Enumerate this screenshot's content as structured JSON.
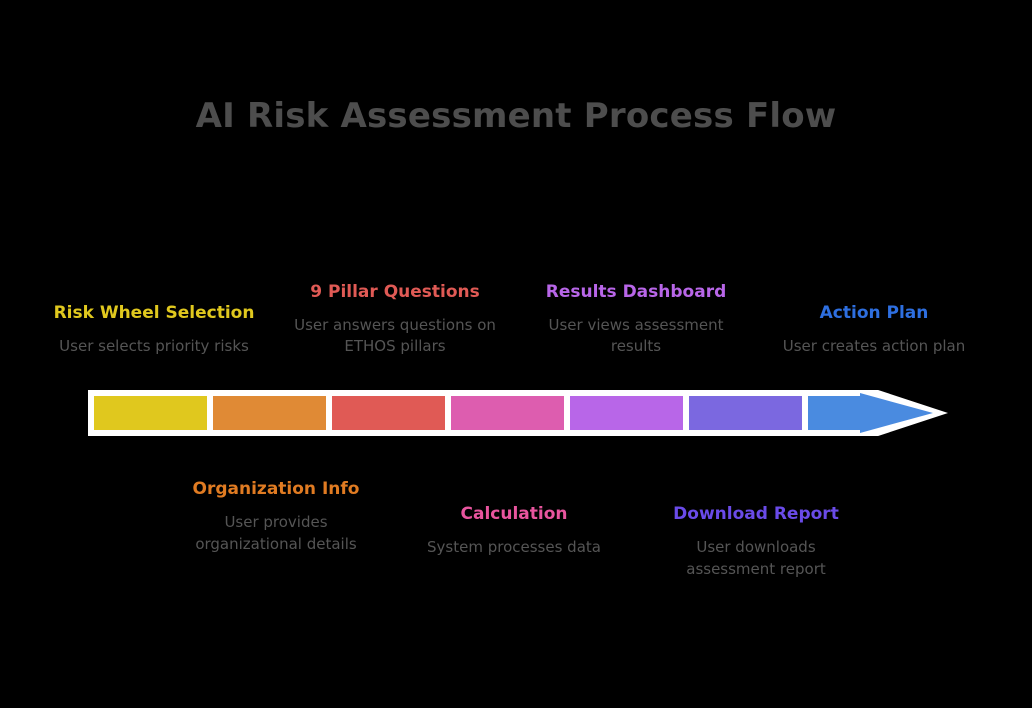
{
  "header": {
    "title": "AI Risk Assessment Process Flow",
    "title_color": "#4d4d4d"
  },
  "colors": {
    "background": "#000000",
    "description_text": "#555555",
    "arrow_outline": "#ffffff"
  },
  "chart_data": {
    "type": "bar",
    "title": "AI Risk Assessment Process Flow",
    "xlabel": "",
    "ylabel": "",
    "orientation": "horizontal-timeline",
    "legend": "none",
    "grid": false,
    "categories": [
      "Risk Wheel Selection",
      "Organization Info",
      "9 Pillar Questions",
      "Calculation",
      "Results Dashboard",
      "Download Report",
      "Action Plan"
    ],
    "values": [
      1,
      1,
      1,
      1,
      1,
      1,
      1
    ],
    "segment_colors": [
      "#E0C81E",
      "#E08A35",
      "#E05A55",
      "#DD5DAF",
      "#B866E8",
      "#7B68E0",
      "#4A8BE0"
    ]
  },
  "steps": [
    {
      "id": "risk-wheel-selection",
      "label": "Risk Wheel Selection",
      "description": "User selects priority risks",
      "color": "#E0C81E",
      "position": "above"
    },
    {
      "id": "organization-info",
      "label": "Organization Info",
      "description": "User provides organizational details",
      "color": "#E08A35",
      "position": "below"
    },
    {
      "id": "nine-pillar-questions",
      "label": "9 Pillar Questions",
      "description": "User answers questions on ETHOS pillars",
      "color": "#E05A55",
      "position": "above"
    },
    {
      "id": "calculation",
      "label": "Calculation",
      "description": "System processes data",
      "color": "#DD5DAF",
      "position": "below"
    },
    {
      "id": "results-dashboard",
      "label": "Results Dashboard",
      "description": "User views assessment results",
      "color": "#B866E8",
      "position": "above"
    },
    {
      "id": "download-report",
      "label": "Download Report",
      "description": "User downloads assessment report",
      "color": "#7B68E0",
      "position": "below"
    },
    {
      "id": "action-plan",
      "label": "Action Plan",
      "description": "User creates action plan",
      "color": "#4A8BE0",
      "position": "above"
    }
  ]
}
